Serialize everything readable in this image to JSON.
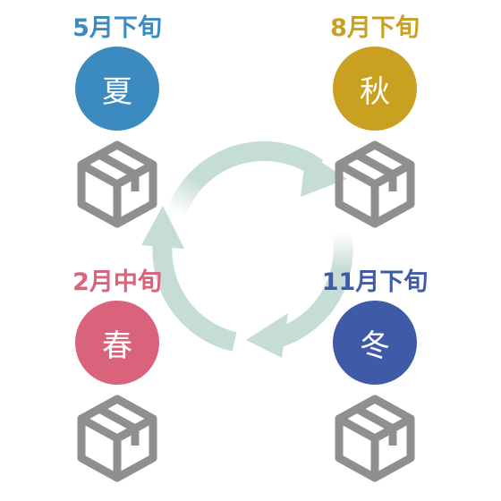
{
  "seasons": {
    "summer": {
      "date": "5月下旬",
      "name": "夏",
      "color": "#3c8bc0"
    },
    "autumn": {
      "date": "8月下旬",
      "name": "秋",
      "color": "#c9a020"
    },
    "spring": {
      "date": "2月中旬",
      "name": "春",
      "color": "#d9637a"
    },
    "winter": {
      "date": "11月下旬",
      "name": "冬",
      "color": "#3f5aa6"
    }
  },
  "icons": {
    "box": "package-box-icon",
    "cycle": "cycle-arrows-icon"
  },
  "colors": {
    "box_stroke": "#8f8f8f",
    "cycle_arrow": "#c5dcd7"
  }
}
